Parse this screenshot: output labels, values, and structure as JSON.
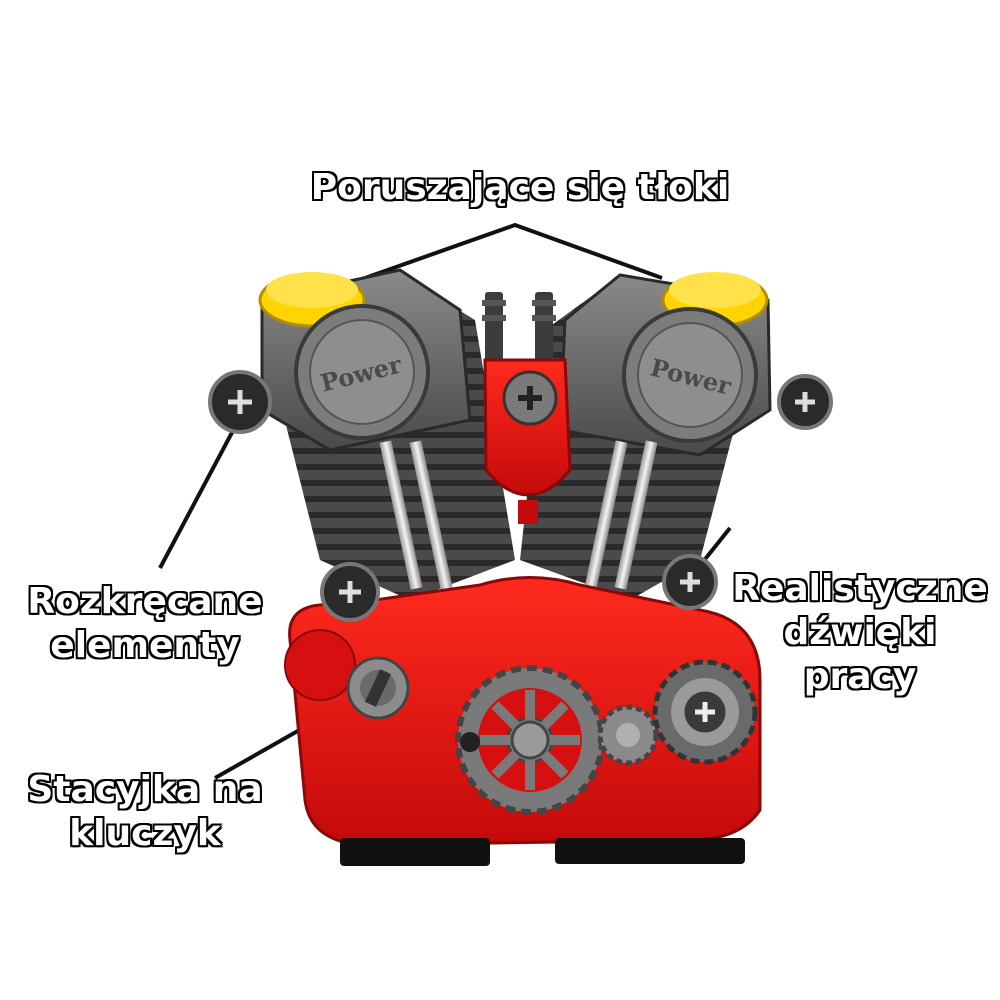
{
  "callouts": {
    "pistons": {
      "lines": [
        "Poruszające się tłoki"
      ]
    },
    "parts": {
      "lines": [
        "Rozkręcane",
        "elementy"
      ]
    },
    "sounds": {
      "lines": [
        "Realistyczne",
        "dźwięki",
        "pracy"
      ]
    },
    "ignition": {
      "lines": [
        "Stacyjka na",
        "kluczyk"
      ]
    }
  },
  "engine": {
    "left_cover_text": "Power",
    "right_cover_text": "Power"
  },
  "colors": {
    "red": "#e01414",
    "dark_red": "#a80c0c",
    "gray": "#6e6e6e",
    "dark_gray": "#3a3a3a",
    "yellow": "#ffd400",
    "chrome": "#d8d8d8"
  }
}
